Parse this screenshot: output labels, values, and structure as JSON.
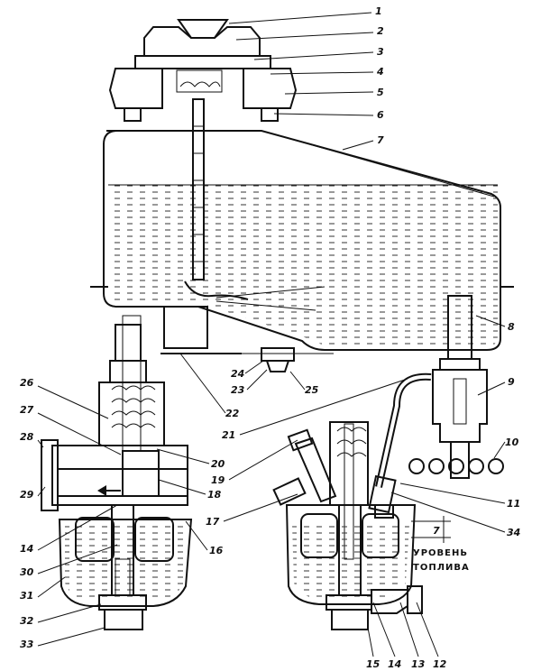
{
  "callouts": [
    {
      "id": "1",
      "text": "1"
    },
    {
      "id": "2",
      "text": "2"
    },
    {
      "id": "3",
      "text": "3"
    },
    {
      "id": "4",
      "text": "4"
    },
    {
      "id": "5",
      "text": "5"
    },
    {
      "id": "6",
      "text": "6"
    },
    {
      "id": "7",
      "text": "7"
    },
    {
      "id": "8",
      "text": "8"
    },
    {
      "id": "9",
      "text": "9"
    },
    {
      "id": "10",
      "text": "10"
    },
    {
      "id": "11",
      "text": "11"
    },
    {
      "id": "34",
      "text": "34"
    },
    {
      "id": "12",
      "text": "12"
    },
    {
      "id": "13",
      "text": "13"
    },
    {
      "id": "14b",
      "text": "14"
    },
    {
      "id": "15",
      "text": "15"
    },
    {
      "id": "16",
      "text": "16"
    },
    {
      "id": "17",
      "text": "17"
    },
    {
      "id": "18",
      "text": "18"
    },
    {
      "id": "19",
      "text": "19"
    },
    {
      "id": "20",
      "text": "20"
    },
    {
      "id": "21",
      "text": "21"
    },
    {
      "id": "22",
      "text": "22"
    },
    {
      "id": "23",
      "text": "23"
    },
    {
      "id": "24",
      "text": "24"
    },
    {
      "id": "25",
      "text": "25"
    },
    {
      "id": "26",
      "text": "26"
    },
    {
      "id": "27",
      "text": "27"
    },
    {
      "id": "28",
      "text": "28"
    },
    {
      "id": "29",
      "text": "29"
    },
    {
      "id": "14a",
      "text": "14"
    },
    {
      "id": "30",
      "text": "30"
    },
    {
      "id": "31",
      "text": "31"
    },
    {
      "id": "32",
      "text": "32"
    },
    {
      "id": "33",
      "text": "33"
    }
  ],
  "fuel_level": {
    "line1": "УРОВЕНЬ",
    "line2": "ТОПЛИВА",
    "dim": "7"
  }
}
